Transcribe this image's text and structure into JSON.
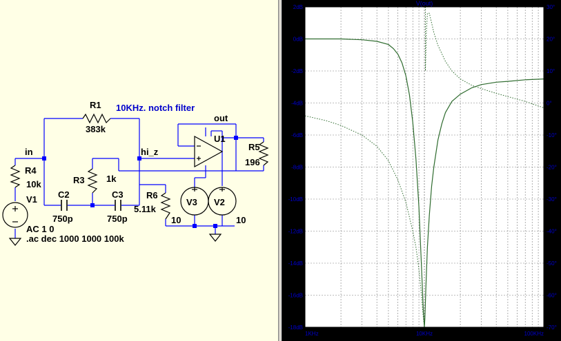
{
  "schematic": {
    "title_note": "10KHz. notch filter",
    "source_spec": "AC 1 0",
    "directive": ".ac dec 1000 1000 100k",
    "nets": {
      "in": "in",
      "hi_z": "hi_z",
      "out": "out"
    },
    "components": {
      "R1": {
        "name": "R1",
        "value": "383k"
      },
      "R3": {
        "name": "R3",
        "value": "1k"
      },
      "R4": {
        "name": "R4",
        "value": "10k"
      },
      "R5": {
        "name": "R5",
        "value": "196"
      },
      "R6": {
        "name": "R6",
        "value": "5.11k"
      },
      "C2": {
        "name": "C2",
        "value": "750p"
      },
      "C3": {
        "name": "C3",
        "value": "750p"
      },
      "V1": {
        "name": "V1"
      },
      "V2": {
        "name": "V2",
        "value": "10"
      },
      "V3": {
        "name": "V3",
        "value": "10"
      },
      "U1": {
        "name": "U1"
      }
    }
  },
  "plot": {
    "trace_label": "V(out)",
    "colors": {
      "background": "#000000",
      "grid": "#7a7a7a",
      "axis_text": "#0000cc",
      "magnitude_trace": "#2e6b2e",
      "phase_trace": "#2e6b2e"
    },
    "chart_data": {
      "type": "line",
      "title": "V(out)",
      "x_scale": "log",
      "x_ticks": [
        "1KHz",
        "10KHz",
        "100KHz"
      ],
      "xlim": [
        1000,
        100000
      ],
      "y_left_ticks": [
        "2dB",
        "0dB",
        "-2dB",
        "-4dB",
        "-6dB",
        "-8dB",
        "-10dB",
        "-12dB",
        "-14dB",
        "-16dB",
        "-18dB"
      ],
      "ylim_left": [
        -18,
        2
      ],
      "y_right_ticks": [
        "30°",
        "20°",
        "10°",
        "0°",
        "-10°",
        "-20°",
        "-30°",
        "-40°",
        "-50°",
        "-60°",
        "-70°"
      ],
      "ylim_right": [
        -70,
        30
      ],
      "grid": true,
      "series": [
        {
          "style": "solid",
          "axis": "left",
          "x": [
            1000,
            2000,
            3000,
            4000,
            5000,
            5500,
            6000,
            6500,
            7000,
            7500,
            8000,
            8500,
            9000,
            9500,
            9800,
            10000,
            10100,
            10300,
            10600,
            11000,
            11500,
            12000,
            13000,
            14000,
            15000,
            17000,
            20000,
            25000,
            30000,
            40000,
            50000,
            70000,
            100000
          ],
          "values": [
            0,
            0,
            -0.05,
            -0.15,
            -0.35,
            -0.6,
            -0.95,
            -1.5,
            -2.3,
            -3.5,
            -5.2,
            -7.5,
            -10.5,
            -14.5,
            -17,
            -18,
            -17.5,
            -15.5,
            -13,
            -11,
            -9.2,
            -8,
            -6.3,
            -5.3,
            -4.6,
            -3.9,
            -3.45,
            -3.05,
            -2.85,
            -2.7,
            -2.65,
            -2.55,
            -2.5
          ]
        },
        {
          "style": "dotted",
          "axis": "right",
          "x": [
            1000,
            1500,
            2000,
            3000,
            4000,
            5000,
            6000,
            7000,
            8000,
            8500,
            9000,
            9300,
            9600,
            9800,
            10000,
            10200,
            10400,
            10600,
            11000,
            11500,
            12000,
            13000,
            15000,
            17000,
            20000,
            25000,
            30000,
            40000,
            50000,
            70000,
            100000
          ],
          "values": [
            -4,
            -5.5,
            -7,
            -10,
            -13.5,
            -18,
            -24,
            -31,
            -40,
            -45,
            -52,
            -57,
            -63,
            -67,
            -70,
            10,
            22,
            28,
            28,
            25,
            22,
            18,
            13,
            10,
            7.5,
            5.5,
            4.5,
            3,
            2,
            0.5,
            -1.5
          ]
        }
      ]
    }
  }
}
